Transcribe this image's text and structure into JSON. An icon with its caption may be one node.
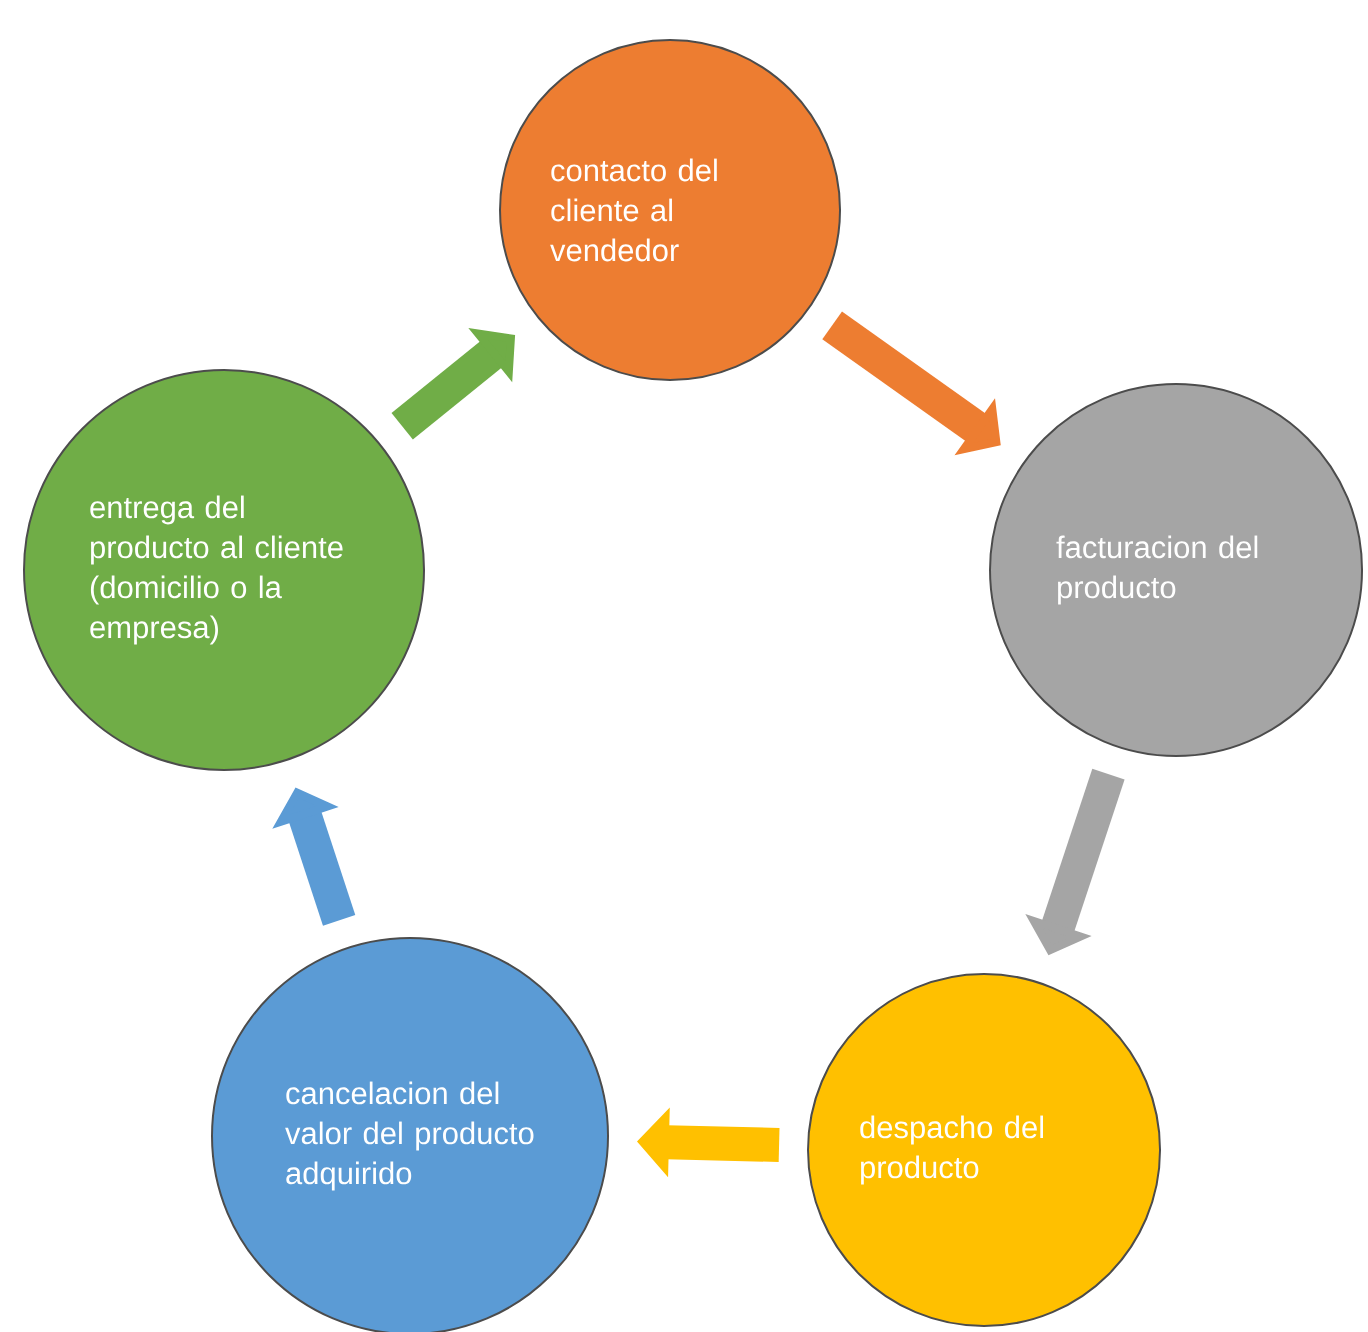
{
  "diagram": {
    "nodes": [
      {
        "text": [
          "contacto del cliente al vendedor"
        ]
      },
      {
        "text": [
          "facturacion del producto"
        ]
      },
      {
        "text": [
          "despacho del producto"
        ]
      },
      {
        "text": [
          "cancelacion del valor del producto adquirido"
        ]
      },
      {
        "text": [
          "entrega del producto al cliente (domicilio o la empresa)"
        ]
      }
    ],
    "edges": [
      {
        "from": 0,
        "to": 1,
        "arrow": "to",
        "color": "#ed7d31"
      },
      {
        "from": 1,
        "to": 2,
        "arrow": "to",
        "color": "#a5a5a5"
      },
      {
        "from": 2,
        "to": 3,
        "arrow": "to",
        "color": "#ffc000"
      },
      {
        "from": 3,
        "to": 4,
        "arrow": "to",
        "color": "#5b9bd5"
      },
      {
        "from": 4,
        "to": 0,
        "arrow": "to",
        "color": "#70ad47"
      }
    ]
  }
}
